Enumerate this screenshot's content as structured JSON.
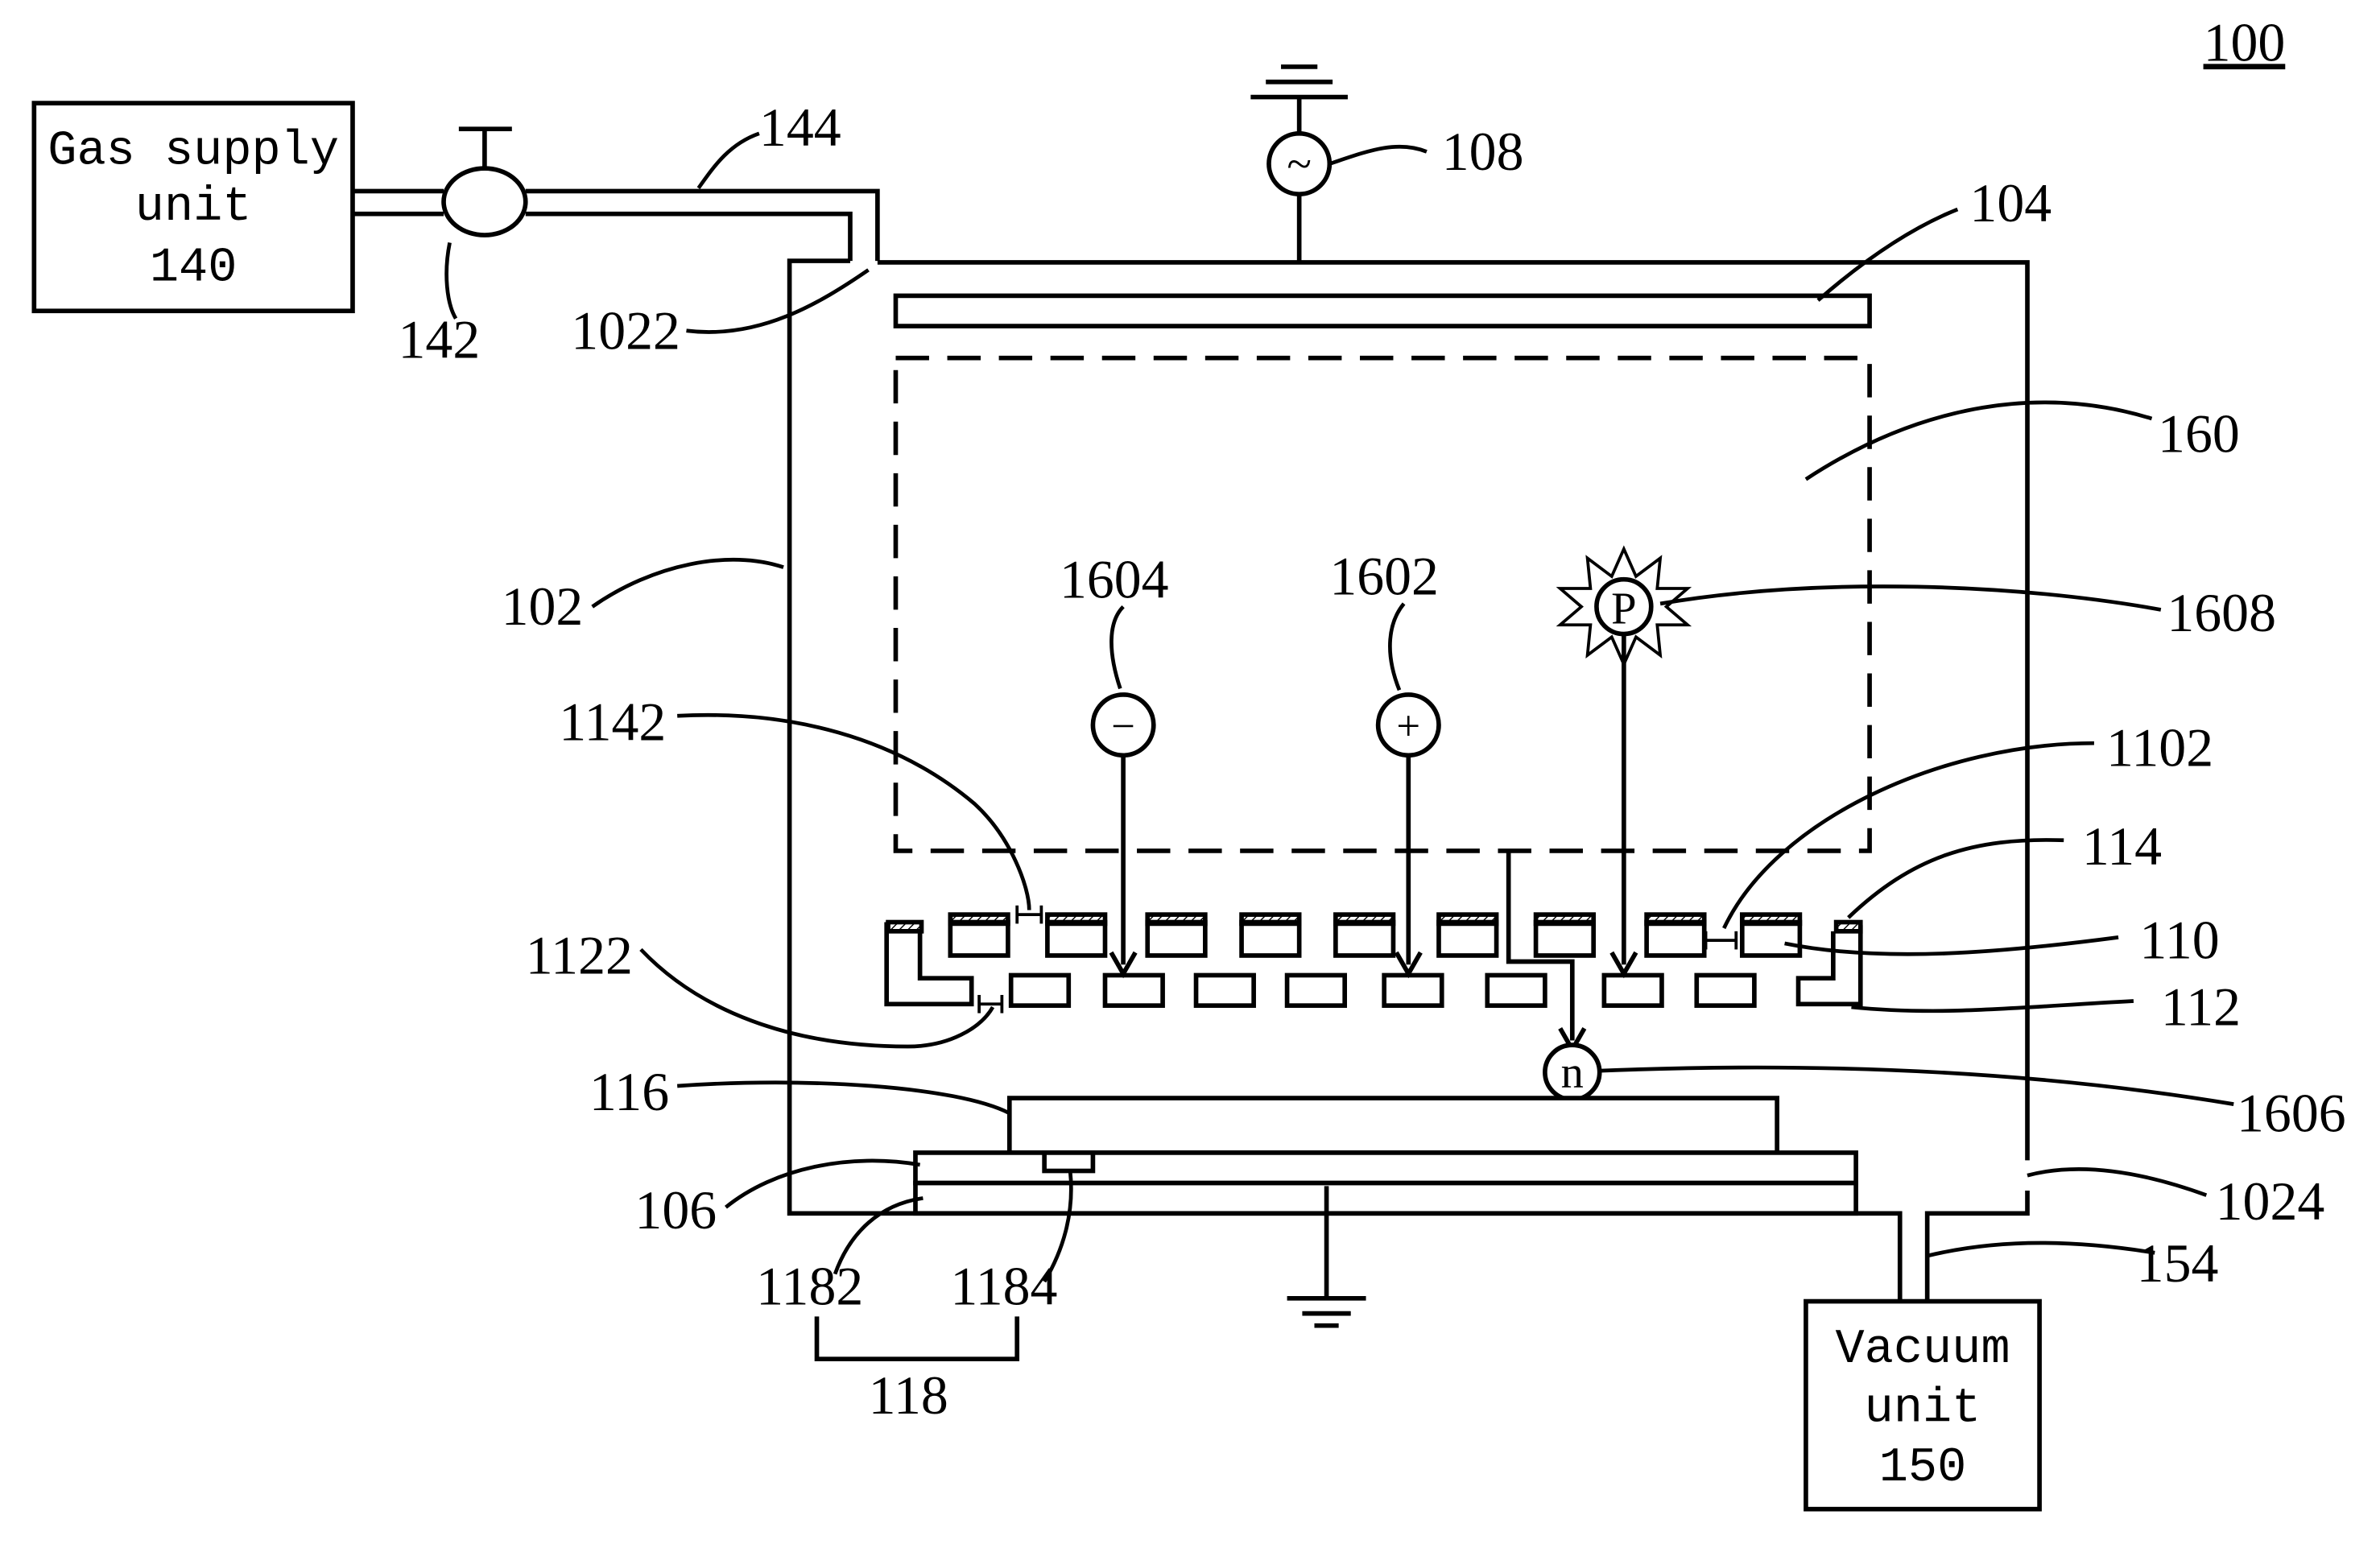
{
  "figure_number": "100",
  "gas_supply": {
    "line1": "Gas supply",
    "line2": "unit",
    "line3": "140"
  },
  "vacuum_unit": {
    "line1": "Vacuum",
    "line2": "unit",
    "line3": "150"
  },
  "particles": {
    "negative": "−",
    "positive": "+",
    "photon": "P",
    "neutral": "n",
    "rf": "~"
  },
  "labels": {
    "l144": "144",
    "l142": "142",
    "l1022": "1022",
    "l108": "108",
    "l104": "104",
    "l160": "160",
    "l102": "102",
    "l1604": "1604",
    "l1602": "1602",
    "l1608": "1608",
    "l1142": "1142",
    "l1102": "1102",
    "l114": "114",
    "l1122": "1122",
    "l110": "110",
    "l112": "112",
    "l116": "116",
    "l1606": "1606",
    "l106": "106",
    "l1024": "1024",
    "l1182": "1182",
    "l1184": "1184",
    "l154": "154",
    "l118": "118"
  }
}
